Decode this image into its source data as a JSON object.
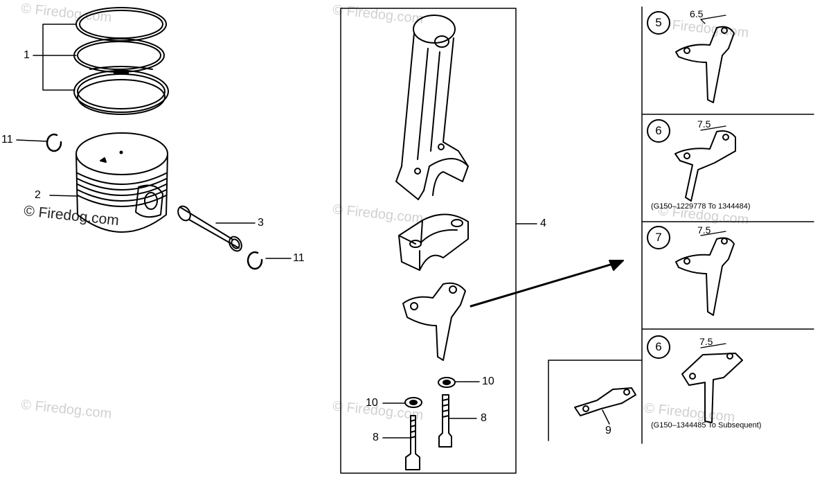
{
  "callouts": {
    "rings": "1",
    "piston": "2",
    "pin": "3",
    "rod_assembly": "4",
    "bolt_left": "8",
    "bolt_right": "8",
    "cap_bracket": "9",
    "washer_left": "10",
    "washer_right": "10",
    "clip_left": "11",
    "clip_right": "11"
  },
  "variants": [
    {
      "circle": "5",
      "dimension": "6.5",
      "note": ""
    },
    {
      "circle": "6",
      "dimension": "7.5",
      "note": "(G150–1229778 To 1344484)"
    },
    {
      "circle": "7",
      "dimension": "7.5",
      "note": ""
    },
    {
      "circle": "6",
      "dimension": "7.5",
      "note": "(G150–1344485 To Subsequent)"
    }
  ],
  "watermark": {
    "text": "© Firedog.com"
  }
}
